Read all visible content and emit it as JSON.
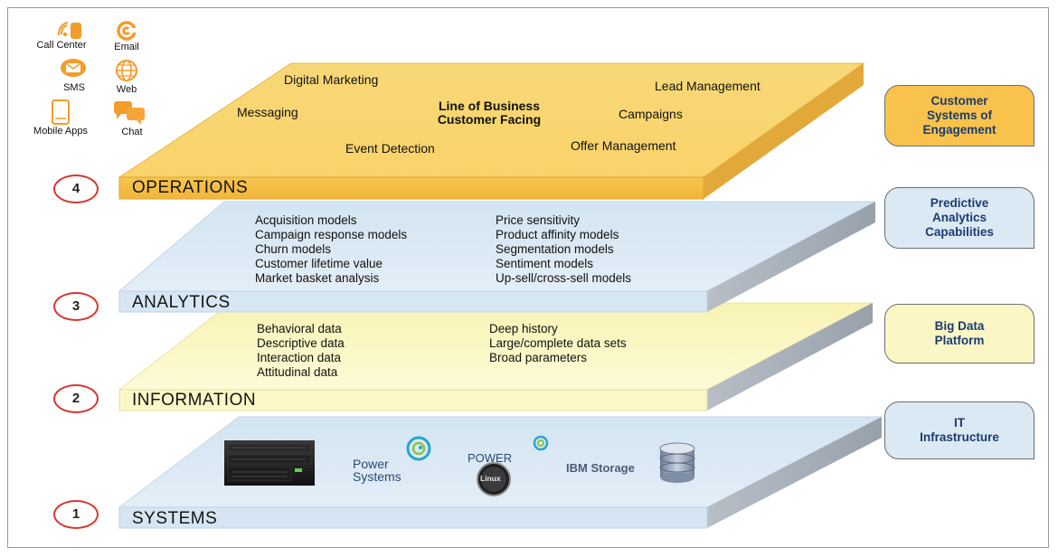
{
  "channels": [
    {
      "label": "Call Center",
      "icon": "call-center-icon"
    },
    {
      "label": "Email",
      "icon": "email-icon"
    },
    {
      "label": "SMS",
      "icon": "sms-icon"
    },
    {
      "label": "Web",
      "icon": "web-icon"
    },
    {
      "label": "Mobile Apps",
      "icon": "mobile-apps-icon"
    },
    {
      "label": "Chat",
      "icon": "chat-icon"
    }
  ],
  "layers": {
    "operations": {
      "number": "4",
      "name": "OPERATIONS",
      "center_title": "Line of Business\nCustomer Facing",
      "items": {
        "digital_marketing": "Digital Marketing",
        "lead_management": "Lead Management",
        "messaging": "Messaging",
        "campaigns": "Campaigns",
        "event_detection": "Event Detection",
        "offer_management": "Offer Management"
      }
    },
    "analytics": {
      "number": "3",
      "name": "ANALYTICS",
      "left_items": [
        "Acquisition models",
        "Campaign response models",
        "Churn models",
        "Customer lifetime value",
        "Market basket analysis"
      ],
      "right_items": [
        "Price sensitivity",
        "Product affinity models",
        "Segmentation models",
        "Sentiment models",
        "Up-sell/cross-sell models"
      ]
    },
    "information": {
      "number": "2",
      "name": "INFORMATION",
      "left_items": [
        "Behavioral data",
        "Descriptive data",
        "Interaction data",
        "Attitudinal data"
      ],
      "right_items": [
        "Deep history",
        "Large/complete data sets",
        "Broad parameters"
      ]
    },
    "systems": {
      "number": "1",
      "name": "SYSTEMS",
      "items": {
        "power_systems_line1": "Power",
        "power_systems_line2": "Systems",
        "power": "POWER",
        "linux": "Linux",
        "ibm_storage": "IBM Storage"
      }
    }
  },
  "side_tabs": [
    {
      "label": "Customer\nSystems of\nEngagement",
      "color": "#f8c24c"
    },
    {
      "label": "Predictive\nAnalytics\nCapabilities",
      "color": "#dbe9f4"
    },
    {
      "label": "Big Data\nPlatform",
      "color": "#fbf7c5"
    },
    {
      "label": "IT\nInfrastructure",
      "color": "#dbe9f4"
    }
  ],
  "colors": {
    "operations_top": "#f7d36e",
    "operations_front": "#f6c24a",
    "analytics_top": "#dbe9f4",
    "information_top": "#fcf8c8",
    "systems_top": "#d7e6f3",
    "side_gray": "#aab2bc",
    "ring_red": "#d63a32",
    "tab_text": "#1b3c70"
  }
}
